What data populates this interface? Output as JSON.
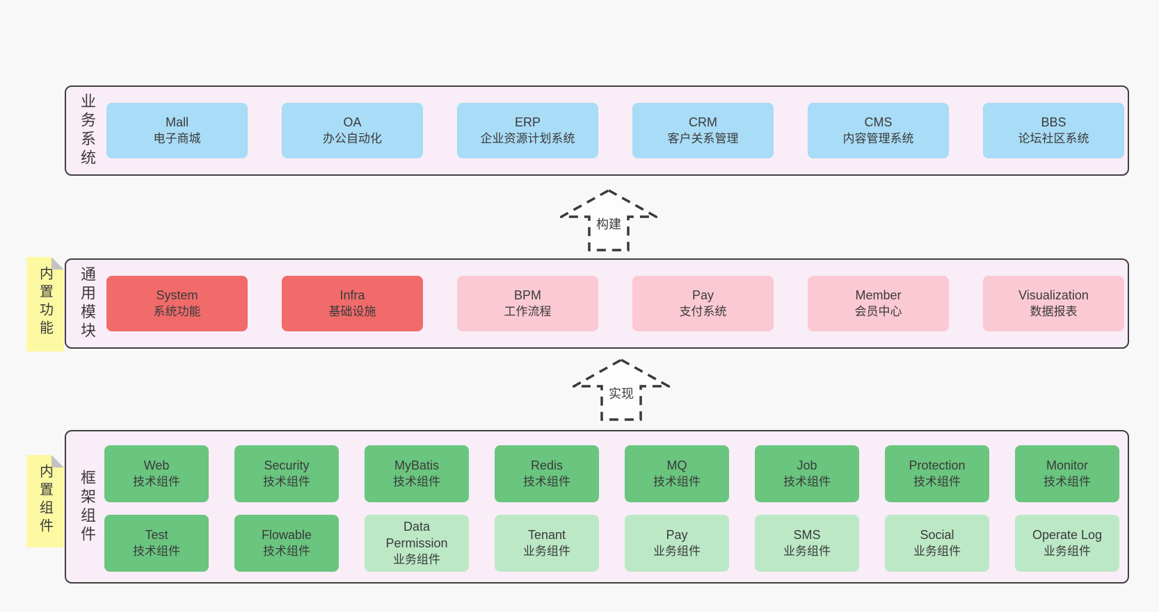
{
  "diagram": {
    "layers": {
      "business": {
        "label": "业务系统",
        "boxes": [
          {
            "title": "Mall",
            "subtitle": "电子商城"
          },
          {
            "title": "OA",
            "subtitle": "办公自动化"
          },
          {
            "title": "ERP",
            "subtitle": "企业资源计划系统"
          },
          {
            "title": "CRM",
            "subtitle": "客户关系管理"
          },
          {
            "title": "CMS",
            "subtitle": "内容管理系统"
          },
          {
            "title": "BBS",
            "subtitle": "论坛社区系统"
          }
        ]
      },
      "modules": {
        "label": "通用模块",
        "note": "内置功能",
        "boxes": [
          {
            "title": "System",
            "subtitle": "系统功能"
          },
          {
            "title": "Infra",
            "subtitle": "基础设施"
          },
          {
            "title": "BPM",
            "subtitle": "工作流程"
          },
          {
            "title": "Pay",
            "subtitle": "支付系统"
          },
          {
            "title": "Member",
            "subtitle": "会员中心"
          },
          {
            "title": "Visualization",
            "subtitle": "数据报表"
          }
        ]
      },
      "framework": {
        "label": "框架组件",
        "note": "内置组件",
        "row1": [
          {
            "title": "Web",
            "subtitle": "技术组件"
          },
          {
            "title": "Security",
            "subtitle": "技术组件"
          },
          {
            "title": "MyBatis",
            "subtitle": "技术组件"
          },
          {
            "title": "Redis",
            "subtitle": "技术组件"
          },
          {
            "title": "MQ",
            "subtitle": "技术组件"
          },
          {
            "title": "Job",
            "subtitle": "技术组件"
          },
          {
            "title": "Protection",
            "subtitle": "技术组件"
          },
          {
            "title": "Monitor",
            "subtitle": "技术组件"
          }
        ],
        "row2": [
          {
            "title": "Test",
            "subtitle": "技术组件"
          },
          {
            "title": "Flowable",
            "subtitle": "技术组件"
          },
          {
            "title": "Data Permission",
            "subtitle": "业务组件"
          },
          {
            "title": "Tenant",
            "subtitle": "业务组件"
          },
          {
            "title": "Pay",
            "subtitle": "业务组件"
          },
          {
            "title": "SMS",
            "subtitle": "业务组件"
          },
          {
            "title": "Social",
            "subtitle": "业务组件"
          },
          {
            "title": "Operate Log",
            "subtitle": "业务组件"
          }
        ]
      }
    },
    "arrows": {
      "build": "构建",
      "implement": "实现"
    },
    "colors": {
      "page_bg": "#f8f8f8",
      "layer_bg": "#f9edf7",
      "layer_border": "#3f3f3f",
      "blue_box": "#a9dcf6",
      "red_box": "#f16b6b",
      "pink_box": "#fbc9d3",
      "green_box": "#6ac57f",
      "light_green_box": "#bce8c6",
      "note_bg": "#fcf9a2",
      "note_fold": "#c2c2c2",
      "text": "#3a3a3a"
    }
  }
}
